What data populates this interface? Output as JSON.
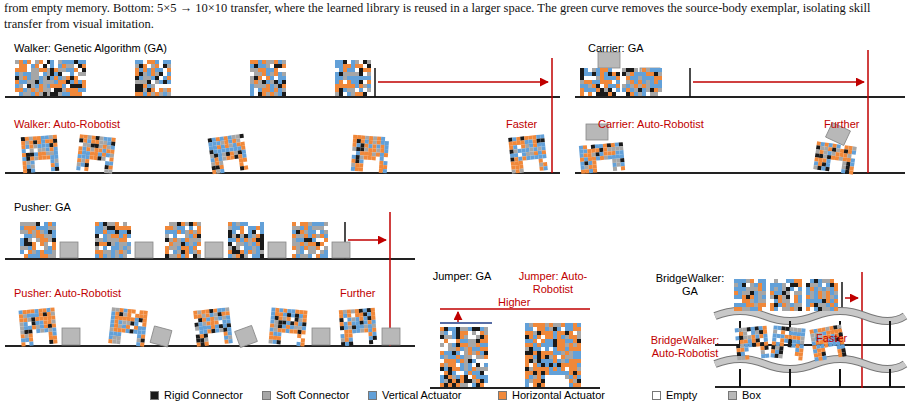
{
  "diagram": {
    "caption": "from empty memory. Bottom: 5×5 → 10×10 transfer, where the learned library is reused in a larger space. The green curve removes the source-body exemplar, isolating skill transfer from visual imitation.",
    "labels": [
      "Walker: Genetic Algorithm (GA)",
      "Walker: Auto-Robotist",
      "Faster",
      "Carrier: GA",
      "Carrier: Auto-Robotist",
      "Further",
      "Pusher: GA",
      "Pusher: Auto-Robotist",
      "Further",
      "Jumper: GA",
      "Jumper: Auto-Robotist",
      "Higher",
      "BridgeWalker: GA",
      "BridgeWalker: Auto-Robotist",
      "Faster"
    ],
    "legend": [
      {
        "text": "Rigid Connector",
        "color": "#1a1a1a"
      },
      {
        "text": "Soft Connector",
        "color": "#a6a6a6"
      },
      {
        "text": "Vertical Actuator",
        "color": "#62a0d8"
      },
      {
        "text": "Horizontal Actuator",
        "color": "#f0883a"
      },
      {
        "text": "Empty",
        "color": "#ffffff"
      },
      {
        "text": "Box",
        "color": "#b8b8b8"
      }
    ]
  }
}
